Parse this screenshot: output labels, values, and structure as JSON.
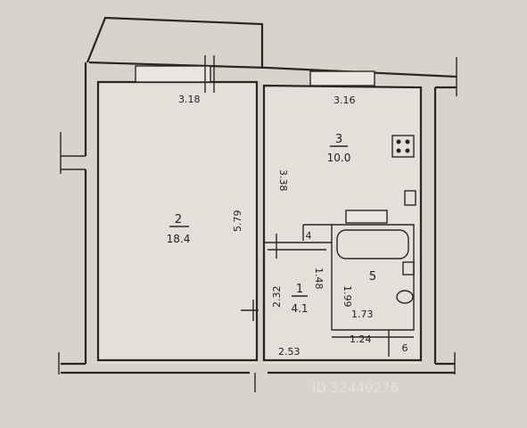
{
  "rooms": [
    {
      "number": "1",
      "area": "4.1"
    },
    {
      "number": "2",
      "area": "18.4"
    },
    {
      "number": "3",
      "area": "10.0"
    },
    {
      "number": "4",
      "area": ""
    },
    {
      "number": "5",
      "area": ""
    },
    {
      "number": "6",
      "area": ""
    }
  ],
  "dimensions": {
    "room2_width": "3.18",
    "room3_width": "3.16",
    "room2_length": "5.79",
    "room3_depth": "3.38",
    "hall_length": "2.32",
    "hall_width": "2.53",
    "bath_depth": "1.99",
    "bath_width": "1.73",
    "corridor_depth": "1.48",
    "closet_width": "1.24"
  },
  "watermark": "ID 32449276",
  "colors": {
    "paper": "#d8d4cb",
    "interior": "#e3e0d9",
    "ink": "#262626"
  }
}
